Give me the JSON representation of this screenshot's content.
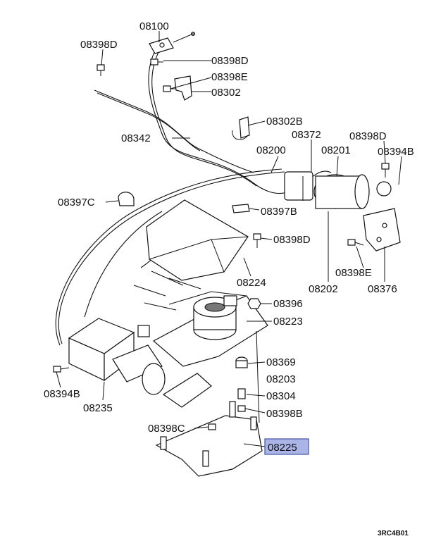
{
  "diagram": {
    "highlighted_part": "08225",
    "part_labels": [
      "08100",
      "08398D",
      "08398D",
      "08398E",
      "08302",
      "08302B",
      "08342",
      "08372",
      "08398D",
      "08200",
      "08201",
      "08394B",
      "08397C",
      "08397B",
      "08398D",
      "08224",
      "08202",
      "08398E",
      "08376",
      "08396",
      "08223",
      "08369",
      "08203",
      "08304",
      "08398B",
      "08394B",
      "08235",
      "08398C",
      "08225"
    ],
    "drawing_code": "3RC4B01"
  }
}
